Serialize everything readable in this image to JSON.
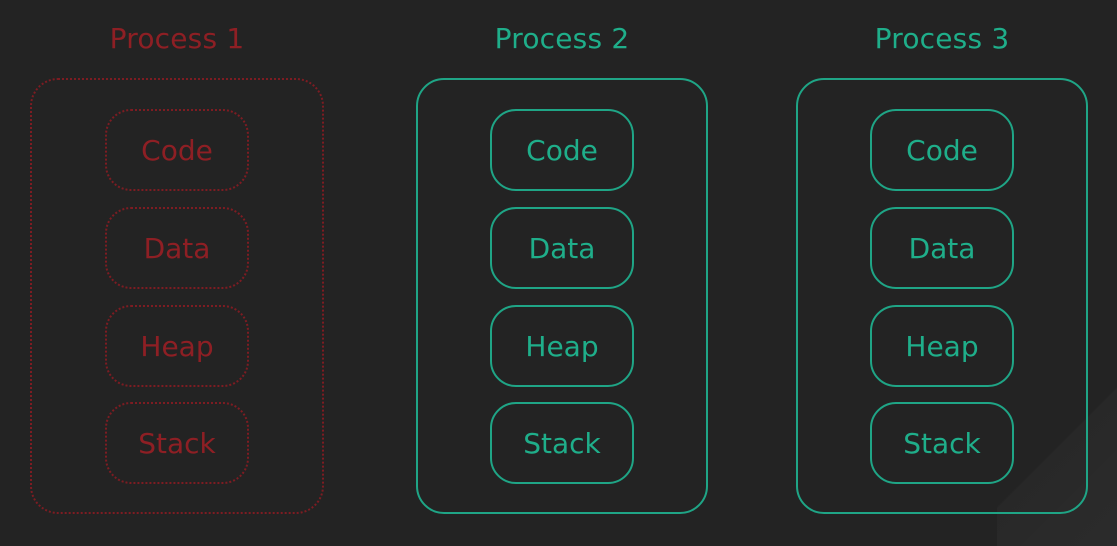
{
  "colors": {
    "background": "#232323",
    "inactive_process": "#8e1f24",
    "active_process": "#1fae8a"
  },
  "processes": [
    {
      "title": "Process 1",
      "state": "inactive",
      "segments": [
        "Code",
        "Data",
        "Heap",
        "Stack"
      ]
    },
    {
      "title": "Process 2",
      "state": "active",
      "segments": [
        "Code",
        "Data",
        "Heap",
        "Stack"
      ]
    },
    {
      "title": "Process 3",
      "state": "active",
      "segments": [
        "Code",
        "Data",
        "Heap",
        "Stack"
      ]
    }
  ]
}
